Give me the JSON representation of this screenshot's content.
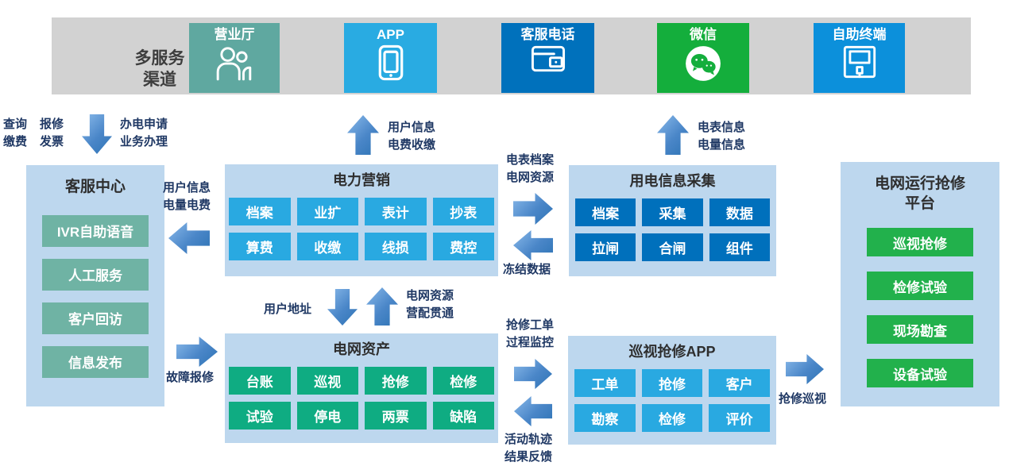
{
  "channel_bar": {
    "title": "多服务\n渠道",
    "tiles": [
      {
        "label": "营业厅",
        "icon": "people-icon",
        "color": "#5FA8A0"
      },
      {
        "label": "APP",
        "icon": "smartphone-icon",
        "color": "#29ABE2"
      },
      {
        "label": "客服电话",
        "icon": "wallet-icon",
        "color": "#0071BC"
      },
      {
        "label": "微信",
        "icon": "wechat-icon",
        "color": "#14AE3C"
      },
      {
        "label": "自助终端",
        "icon": "kiosk-icon",
        "color": "#0C90DB"
      }
    ]
  },
  "panels": {
    "customer_service": {
      "title": "客服中心",
      "items": [
        "IVR自助语音",
        "人工服务",
        "客户回访",
        "信息发布"
      ]
    },
    "marketing": {
      "title": "电力营销",
      "items": [
        "档案",
        "业扩",
        "表计",
        "抄表",
        "算费",
        "收缴",
        "线损",
        "费控"
      ]
    },
    "info_collection": {
      "title": "用电信息采集",
      "items": [
        "档案",
        "采集",
        "数据",
        "拉闸",
        "合闸",
        "组件"
      ]
    },
    "grid_asset": {
      "title": "电网资产",
      "items": [
        "台账",
        "巡视",
        "抢修",
        "检修",
        "试验",
        "停电",
        "两票",
        "缺陷"
      ]
    },
    "patrol_app": {
      "title": "巡视抢修APP",
      "items": [
        "工单",
        "抢修",
        "客户",
        "勘察",
        "检修",
        "评价"
      ]
    },
    "repair_platform": {
      "title": "电网运行抢修\n平台",
      "items": [
        "巡视抢修",
        "检修试验",
        "现场勘查",
        "设备试验"
      ]
    }
  },
  "flows": {
    "query_pay": "查询\n缴费",
    "repair_invoice": "报修\n发票",
    "apply": "办电申请\n业务办理",
    "user_info_fee": "用户信息\n电费收缴",
    "meter_info": "电表信息\n电量信息",
    "user_info_qty": "用户信息\n电量电费",
    "meter_archive": "电表档案\n电网资源",
    "frozen_data": "冻结数据",
    "fault_report": "故障报修",
    "user_address": "用户地址",
    "grid_resource": "电网资源\n营配贯通",
    "repair_order": "抢修工单\n过程监控",
    "activity_track": "活动轨迹\n结果反馈",
    "repair_patrol": "抢修巡视"
  },
  "colors": {
    "bar_bg": "#D2D2D2",
    "panel_bg": "#BDD7EE",
    "chip_teal": "#6FB3A4",
    "chip_lightblue": "#29A9E1",
    "chip_darkblue": "#0070BC",
    "chip_greenteal": "#0FAC82",
    "chip_green": "#22B14C",
    "arrow_blue": "#2E74B5",
    "label_text": "#1F3864"
  }
}
